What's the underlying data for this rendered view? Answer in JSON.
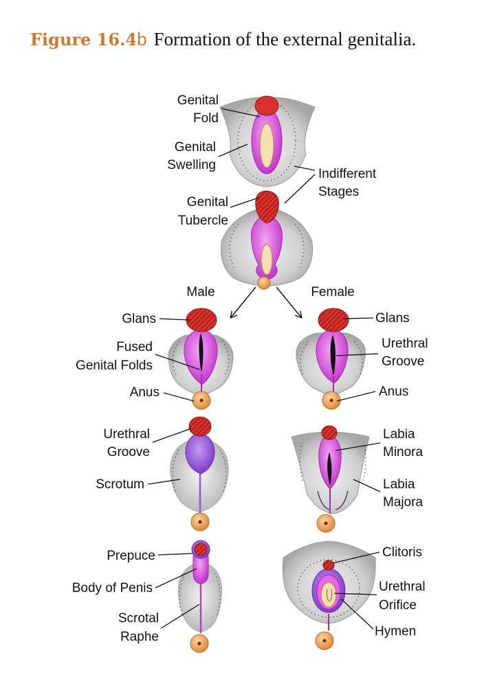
{
  "title": {
    "figure_number": "Figure 16.4",
    "figure_letter": "b",
    "text": "Formation of the external genitalia."
  },
  "labels": {
    "genital_fold": [
      "Genital",
      "Fold"
    ],
    "genital_swelling": [
      "Genital",
      "Swelling"
    ],
    "indifferent_stages": [
      "Indifferent",
      "Stages"
    ],
    "genital_tubercle": [
      "Genital",
      "Tubercle"
    ],
    "male": "Male",
    "female": "Female",
    "male_glans": "Glans",
    "fused_genital_folds": [
      "Fused",
      "Genital Folds"
    ],
    "male_anus": "Anus",
    "female_glans": "Glans",
    "female_urethral_groove": [
      "Urethral",
      "Groove"
    ],
    "female_anus": "Anus",
    "male_urethral_groove": [
      "Urethral",
      "Groove"
    ],
    "scrotum": "Scrotum",
    "labia_minora": [
      "Labia",
      "Minora"
    ],
    "labia_majora": [
      "Labia",
      "Majora"
    ],
    "prepuce": "Prepuce",
    "body_of_penis": "Body of Penis",
    "scrotal_raphe": [
      "Scrotal",
      "Raphe"
    ],
    "clitoris": "Clitoris",
    "urethral_orifice": [
      "Urethral",
      "Orifice"
    ],
    "hymen": "Hymen"
  },
  "colors": {
    "glans_red": "#d8302a",
    "tissue_magenta": "#d24fd8",
    "tissue_purple": "#9b4fd6",
    "swelling_gray": "#c9c9c9",
    "anus_orange": "#f2a35c",
    "groove_cream": "#f6dfb0",
    "title_orange": "#cf7a2a"
  }
}
